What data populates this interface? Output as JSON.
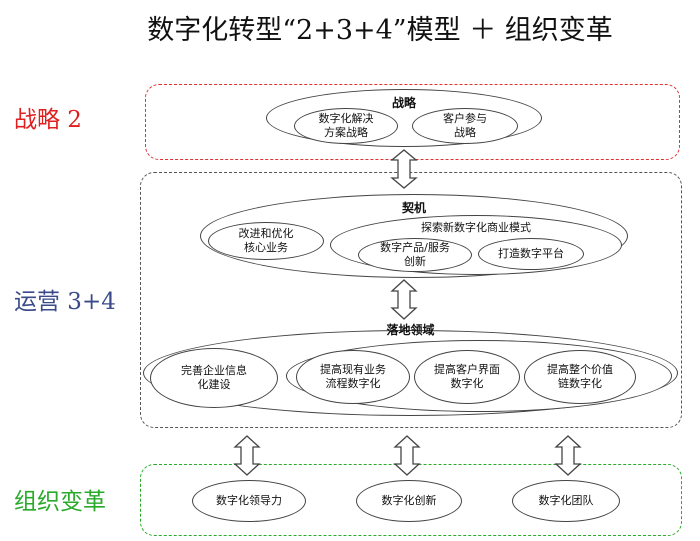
{
  "title": "数字化转型“2+3+4”模型 ＋ 组织变革",
  "side_labels": {
    "strategy": "战略 2",
    "operations": "运营 3+4",
    "org": "组织变革"
  },
  "colors": {
    "strategy": "#e02020",
    "operations": "#3a4a8a",
    "org": "#2aaa2a"
  },
  "strategy": {
    "heading": "战略",
    "items": [
      "数字化解决\n方案战略",
      "客户参与\n战略"
    ]
  },
  "opportunity": {
    "heading": "契机",
    "left": "改进和优化\n核心业务",
    "explore_title": "探索新数字化商业模式",
    "explore_items": [
      "数字产品/服务\n创新",
      "打造数字平台"
    ]
  },
  "landing": {
    "heading": "落地领域",
    "left": "完善企业信息\n化建设",
    "items": [
      "提高现有业务\n流程数字化",
      "提高客户界面\n数字化",
      "提高整个价值\n链数字化"
    ]
  },
  "org": {
    "items": [
      "数字化领导力",
      "数字化创新",
      "数字化团队"
    ]
  }
}
